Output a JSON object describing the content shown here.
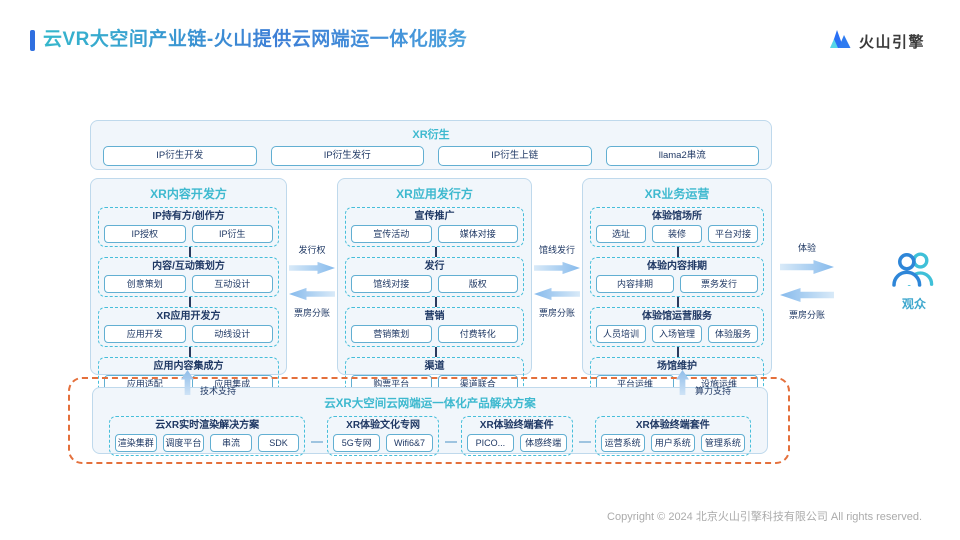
{
  "header": {
    "title": "云VR大空间产业链-火山提供云网端运一体化服务",
    "logo_text": "火山引擎"
  },
  "derived": {
    "title": "XR衍生",
    "items": [
      "IP衍生开发",
      "IP衍生发行",
      "IP衍生上链",
      "llama2串流"
    ]
  },
  "columns": [
    {
      "title": "XR内容开发方",
      "groups": [
        {
          "title": "IP持有方/创作方",
          "items": [
            "IP授权",
            "IP衍生"
          ]
        },
        {
          "title": "内容/互动策划方",
          "items": [
            "创意策划",
            "互动设计"
          ]
        },
        {
          "title": "XR应用开发方",
          "items": [
            "应用开发",
            "动线设计"
          ]
        },
        {
          "title": "应用内容集成方",
          "items": [
            "应用适配",
            "应用集成"
          ]
        }
      ]
    },
    {
      "title": "XR应用发行方",
      "groups": [
        {
          "title": "宣传推广",
          "items": [
            "宣传活动",
            "媒体对接"
          ]
        },
        {
          "title": "发行",
          "items": [
            "馆线对接",
            "版权"
          ]
        },
        {
          "title": "营销",
          "items": [
            "营销策划",
            "付费转化"
          ]
        },
        {
          "title": "渠道",
          "items": [
            "购票平台",
            "渠道联合"
          ]
        }
      ]
    },
    {
      "title": "XR业务运营",
      "groups": [
        {
          "title": "体验馆场所",
          "items": [
            "选址",
            "装修",
            "平台对接"
          ]
        },
        {
          "title": "体验内容排期",
          "items": [
            "内容排期",
            "票务发行"
          ]
        },
        {
          "title": "体验馆运营服务",
          "items": [
            "人员培训",
            "入场管理",
            "体验服务"
          ]
        },
        {
          "title": "场馆维护",
          "items": [
            "平台运维",
            "设施运维"
          ]
        }
      ]
    }
  ],
  "flows": [
    {
      "forward": "发行权",
      "backward": "票房分账"
    },
    {
      "forward": "馆线发行",
      "backward": "票房分账"
    },
    {
      "forward": "体验",
      "backward": "票房分账"
    }
  ],
  "audience": {
    "label": "观众"
  },
  "solution": {
    "title": "云XR大空间云网端运一体化产品解决方案",
    "supports": [
      {
        "label": "技术支持"
      },
      {
        "label": "算力支持"
      }
    ],
    "groups": [
      {
        "title": "云XR实时渲染解决方案",
        "items": [
          "渲染集群",
          "调度平台",
          "串流",
          "SDK"
        ]
      },
      {
        "title": "XR体验文化专网",
        "items": [
          "5G专网",
          "Wifi6&7"
        ]
      },
      {
        "title": "XR体验终端套件",
        "items": [
          "PICO...",
          "体感终端"
        ]
      },
      {
        "title": "XR体验终端套件",
        "items": [
          "运营系统",
          "用户系统",
          "管理系统"
        ]
      }
    ]
  },
  "footer": {
    "copyright": "Copyright © 2024 北京火山引擎科技有限公司 All rights reserved."
  },
  "colors": {
    "accent_blue": "#2F6FE0",
    "teal": "#3EB9CF",
    "navy": "#1F3864",
    "orange": "#E4703C"
  }
}
